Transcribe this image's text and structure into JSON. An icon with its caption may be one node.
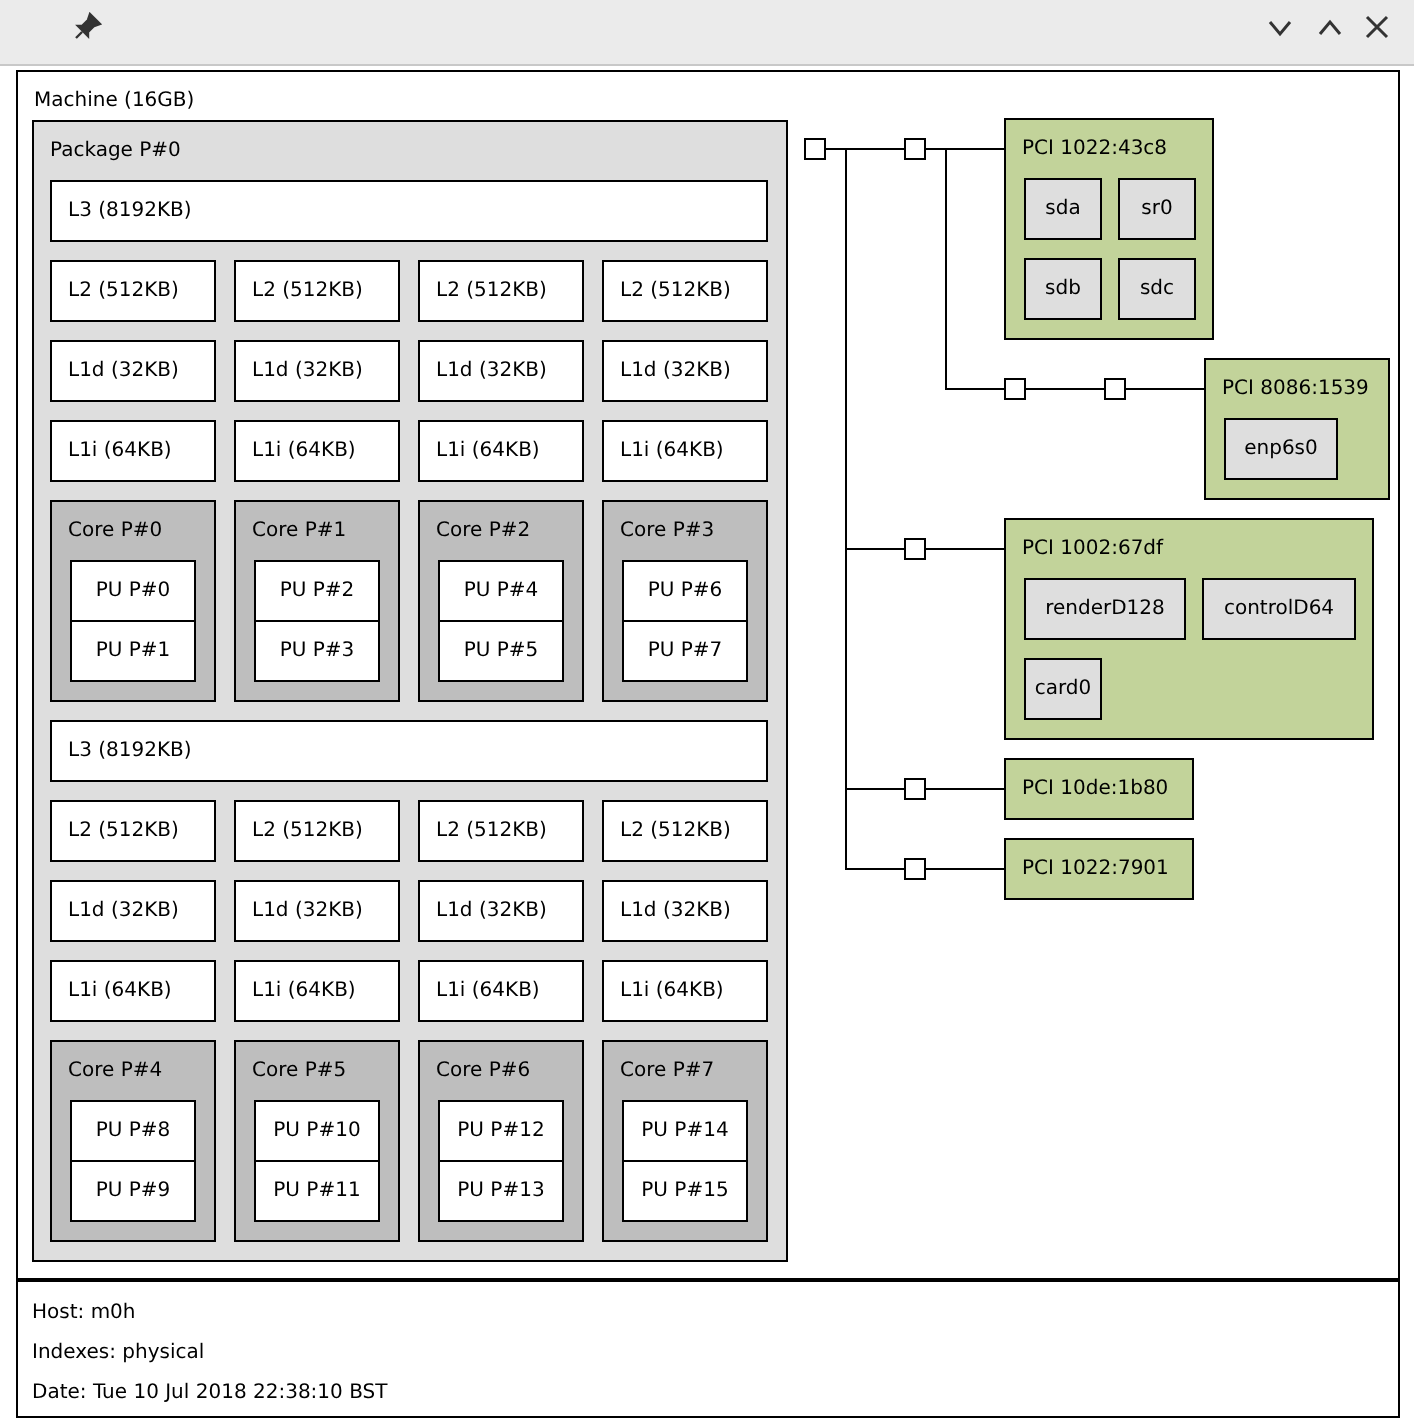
{
  "diagram": {
    "nodes": [
      {
        "text": [
          "Machine (16GB)"
        ]
      },
      {
        "text": [
          "Package P#0"
        ],
        "in": 0
      },
      {
        "text": [
          "L3 (8192KB)"
        ],
        "in": 1
      },
      {
        "text": [
          "L2 (512KB)"
        ],
        "in": 1
      },
      {
        "text": [
          "L2 (512KB)"
        ],
        "in": 1
      },
      {
        "text": [
          "L2 (512KB)"
        ],
        "in": 1
      },
      {
        "text": [
          "L2 (512KB)"
        ],
        "in": 1
      },
      {
        "text": [
          "L1d (32KB)"
        ],
        "in": 1
      },
      {
        "text": [
          "L1d (32KB)"
        ],
        "in": 1
      },
      {
        "text": [
          "L1d (32KB)"
        ],
        "in": 1
      },
      {
        "text": [
          "L1d (32KB)"
        ],
        "in": 1
      },
      {
        "text": [
          "L1i (64KB)"
        ],
        "in": 1
      },
      {
        "text": [
          "L1i (64KB)"
        ],
        "in": 1
      },
      {
        "text": [
          "L1i (64KB)"
        ],
        "in": 1
      },
      {
        "text": [
          "L1i (64KB)"
        ],
        "in": 1
      },
      {
        "text": [
          "Core P#0"
        ],
        "in": 1
      },
      {
        "text": [
          "PU P#0"
        ],
        "in": 15
      },
      {
        "text": [
          "PU P#1"
        ],
        "in": 15
      },
      {
        "text": [
          "Core P#1"
        ],
        "in": 1
      },
      {
        "text": [
          "PU P#2"
        ],
        "in": 18
      },
      {
        "text": [
          "PU P#3"
        ],
        "in": 18
      },
      {
        "text": [
          "Core P#2"
        ],
        "in": 1
      },
      {
        "text": [
          "PU P#4"
        ],
        "in": 21
      },
      {
        "text": [
          "PU P#5"
        ],
        "in": 21
      },
      {
        "text": [
          "Core P#3"
        ],
        "in": 1
      },
      {
        "text": [
          "PU P#6"
        ],
        "in": 24
      },
      {
        "text": [
          "PU P#7"
        ],
        "in": 24
      },
      {
        "text": [
          "L3 (8192KB)"
        ],
        "in": 1
      },
      {
        "text": [
          "L2 (512KB)"
        ],
        "in": 1
      },
      {
        "text": [
          "L2 (512KB)"
        ],
        "in": 1
      },
      {
        "text": [
          "L2 (512KB)"
        ],
        "in": 1
      },
      {
        "text": [
          "L2 (512KB)"
        ],
        "in": 1
      },
      {
        "text": [
          "L1d (32KB)"
        ],
        "in": 1
      },
      {
        "text": [
          "L1d (32KB)"
        ],
        "in": 1
      },
      {
        "text": [
          "L1d (32KB)"
        ],
        "in": 1
      },
      {
        "text": [
          "L1d (32KB)"
        ],
        "in": 1
      },
      {
        "text": [
          "L1i (64KB)"
        ],
        "in": 1
      },
      {
        "text": [
          "L1i (64KB)"
        ],
        "in": 1
      },
      {
        "text": [
          "L1i (64KB)"
        ],
        "in": 1
      },
      {
        "text": [
          "L1i (64KB)"
        ],
        "in": 1
      },
      {
        "text": [
          "Core P#4"
        ],
        "in": 1
      },
      {
        "text": [
          "PU P#8"
        ],
        "in": 40
      },
      {
        "text": [
          "PU P#9"
        ],
        "in": 40
      },
      {
        "text": [
          "Core P#5"
        ],
        "in": 1
      },
      {
        "text": [
          "PU P#10"
        ],
        "in": 43
      },
      {
        "text": [
          "PU P#11"
        ],
        "in": 43
      },
      {
        "text": [
          "Core P#6"
        ],
        "in": 1
      },
      {
        "text": [
          "PU P#12"
        ],
        "in": 46
      },
      {
        "text": [
          "PU P#13"
        ],
        "in": 46
      },
      {
        "text": [
          "Core P#7"
        ],
        "in": 1
      },
      {
        "text": [
          "PU P#14"
        ],
        "in": 49
      },
      {
        "text": [
          "PU P#15"
        ],
        "in": 49
      },
      {
        "text": [],
        "shape": "box",
        "in": 0
      },
      {
        "text": [],
        "shape": "box",
        "in": 0
      },
      {
        "text": [
          "PCI 1022:43c8"
        ],
        "in": 0
      },
      {
        "text": [
          "sda"
        ],
        "in": 54
      },
      {
        "text": [
          "sr0"
        ],
        "in": 54
      },
      {
        "text": [
          "sdb"
        ],
        "in": 54
      },
      {
        "text": [
          "sdc"
        ],
        "in": 54
      },
      {
        "text": [],
        "shape": "box",
        "in": 0
      },
      {
        "text": [],
        "shape": "box",
        "in": 0
      },
      {
        "text": [
          "PCI 8086:1539"
        ],
        "in": 0
      },
      {
        "text": [
          "enp6s0"
        ],
        "in": 61
      },
      {
        "text": [],
        "shape": "box",
        "in": 0
      },
      {
        "text": [
          "PCI 1002:67df"
        ],
        "in": 0
      },
      {
        "text": [
          "renderD128"
        ],
        "in": 64
      },
      {
        "text": [
          "controlD64"
        ],
        "in": 64
      },
      {
        "text": [
          "card0"
        ],
        "in": 64
      },
      {
        "text": [],
        "shape": "box",
        "in": 0
      },
      {
        "text": [
          "PCI 10de:1b80"
        ],
        "in": 0
      },
      {
        "text": [],
        "shape": "box",
        "in": 0
      },
      {
        "text": [
          "PCI 1022:7901"
        ],
        "in": 0
      }
    ],
    "edges": [
      {
        "from": 52,
        "to": 53,
        "arrow": "none"
      },
      {
        "from": 53,
        "to": 54,
        "arrow": "none"
      },
      {
        "from": 53,
        "to": 59,
        "arrow": "none"
      },
      {
        "from": 59,
        "to": 60,
        "arrow": "none"
      },
      {
        "from": 60,
        "to": 61,
        "arrow": "none"
      },
      {
        "from": 52,
        "to": 63,
        "arrow": "none"
      },
      {
        "from": 63,
        "to": 64,
        "arrow": "none"
      },
      {
        "from": 52,
        "to": 68,
        "arrow": "none"
      },
      {
        "from": 68,
        "to": 69,
        "arrow": "none"
      },
      {
        "from": 52,
        "to": 70,
        "arrow": "none"
      },
      {
        "from": 70,
        "to": 71,
        "arrow": "none"
      }
    ],
    "labels": [
      "Host: m0h",
      "Indexes: physical",
      "Date: Tue 10 Jul 2018 22:38:10 BST"
    ]
  }
}
